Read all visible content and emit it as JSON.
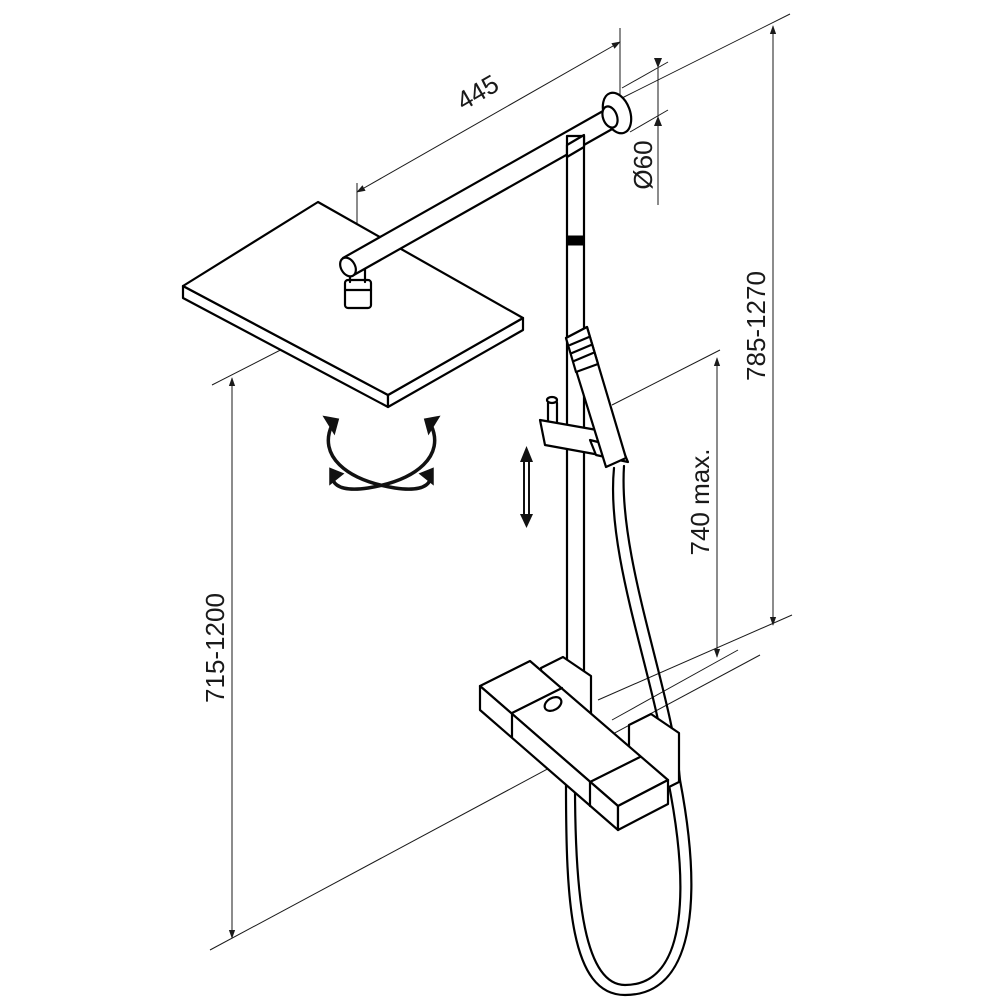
{
  "dimensions": {
    "arm_length": "445",
    "flange_diameter": "Ø60",
    "total_height": "785-1270",
    "slide_range": "740 max.",
    "head_height": "715-1200"
  },
  "icons": {
    "rotation": "rotate-swivel-icon",
    "adjust": "vertical-adjust-icon"
  },
  "colors": {
    "line": "#000000",
    "dimension": "#1a1a1a",
    "background": "#ffffff"
  }
}
